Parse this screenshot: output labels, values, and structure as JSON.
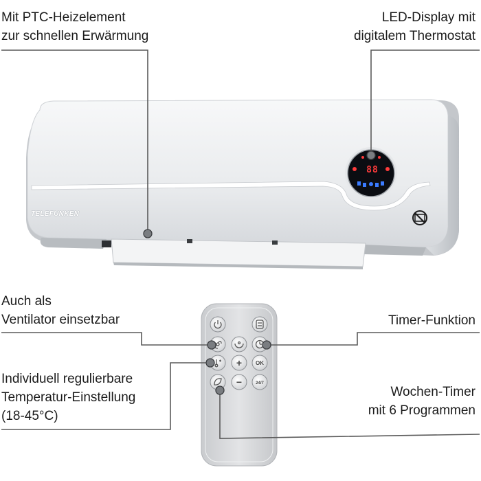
{
  "callouts": {
    "ptc": {
      "line1": "Mit PTC-Heizelement",
      "line2": "zur schnellen Erwärmung"
    },
    "led": {
      "line1": "LED-Display mit",
      "line2": "digitalem Thermostat"
    },
    "fan": {
      "line1": "Auch als",
      "line2": "Ventilator einsetzbar"
    },
    "timer": {
      "line1": "Timer-Funktion"
    },
    "temp": {
      "line1": "Individuell regulierbare",
      "line2": "Temperatur-Einstellung",
      "line3": "(18-45°C)"
    },
    "weekly": {
      "line1": "Wochen-Timer",
      "line2": "mit 6 Programmen"
    }
  },
  "heater": {
    "brand": "TELEFUNKEN",
    "display_value": "88"
  },
  "remote": {
    "buttons": [
      {
        "name": "power-button",
        "icon": "power-icon"
      },
      {
        "name": "display-button",
        "icon": "display-icon"
      },
      {
        "name": "fan-button",
        "icon": "fan-icon"
      },
      {
        "name": "oscillation-button",
        "icon": "oscillation-icon"
      },
      {
        "name": "timer-button",
        "icon": "clock-icon"
      },
      {
        "name": "temperature-button",
        "icon": "thermometer-icon"
      },
      {
        "name": "plus-button",
        "icon": "plus-icon",
        "label": "+"
      },
      {
        "name": "ok-button",
        "icon": "ok-icon",
        "label": "OK"
      },
      {
        "name": "eco-button",
        "icon": "eco-icon"
      },
      {
        "name": "minus-button",
        "icon": "minus-icon",
        "label": "−"
      },
      {
        "name": "week-timer-button",
        "icon": "week-timer-icon",
        "label": "24/7"
      }
    ]
  },
  "colors": {
    "body": "#eceef0",
    "accent_display": "#ff3b3b",
    "display_blue": "#3a7bff",
    "callout_line": "#555555"
  }
}
